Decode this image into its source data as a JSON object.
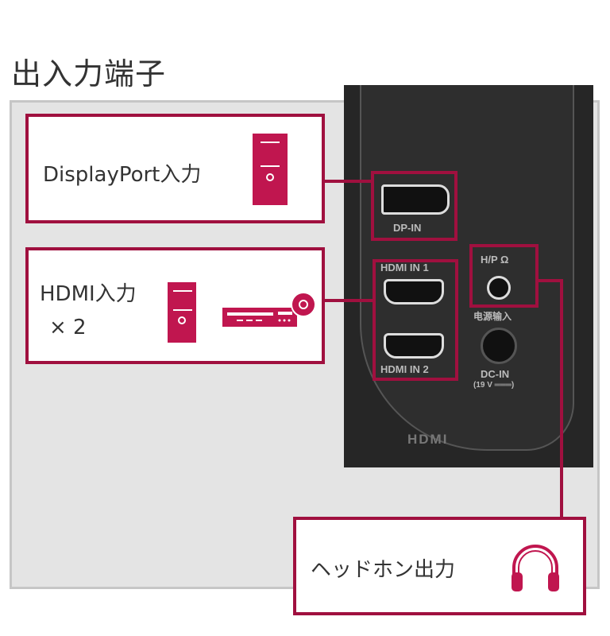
{
  "title": "出入力端子",
  "labels": {
    "displayport": "DisplayPort入力",
    "hdmi": "HDMI入力",
    "hdmi_count": "× 2",
    "headphone": "ヘッドホン出力"
  },
  "ports": {
    "dp": "DP-IN",
    "hdmi1": "HDMI IN 1",
    "hdmi2": "HDMI IN 2",
    "hp": "H/P Ω",
    "power_cn": "电源输入",
    "dc": "DC-IN",
    "dc_volt": "(19 V ═══)",
    "hdmi_logo": "HDMI"
  },
  "accent": "#a0103f",
  "icons": [
    "pc-tower-icon",
    "pc-tower-icon",
    "bluray-player-icon",
    "headphones-icon"
  ]
}
